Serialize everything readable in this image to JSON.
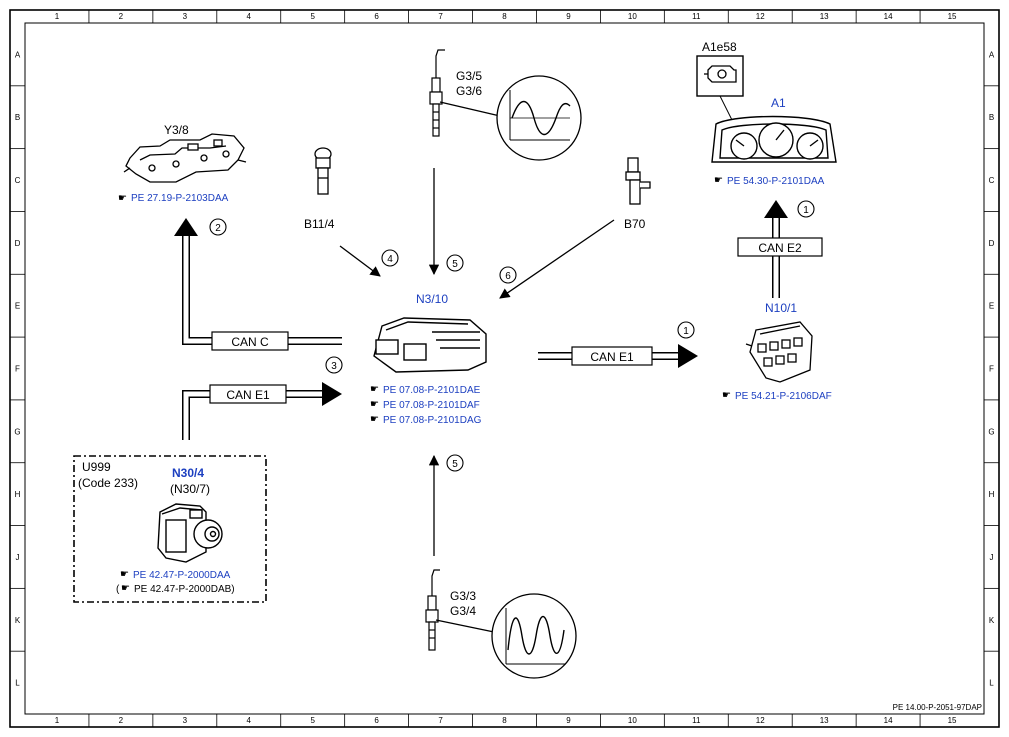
{
  "frame": {
    "columns": [
      "1",
      "2",
      "3",
      "4",
      "5",
      "6",
      "7",
      "8",
      "9",
      "10",
      "11",
      "12",
      "13",
      "14",
      "15"
    ],
    "rows": [
      "A",
      "B",
      "C",
      "D",
      "E",
      "F",
      "G",
      "H",
      "J",
      "K",
      "L"
    ],
    "footer_ref": "PE 14.00-P-2051-97DAP"
  },
  "components": {
    "y3_8": {
      "label": "Y3/8",
      "ref": "PE 27.19-P-2103DAA"
    },
    "b11_4": {
      "label": "B11/4"
    },
    "g3_5": {
      "label1": "G3/5",
      "label2": "G3/6"
    },
    "b70": {
      "label": "B70"
    },
    "a1e58": {
      "label": "A1e58"
    },
    "a1": {
      "label": "A1",
      "ref": "PE 54.30-P-2101DAA"
    },
    "n3_10": {
      "label": "N3/10",
      "refs": [
        "PE 07.08-P-2101DAE",
        "PE 07.08-P-2101DAF",
        "PE 07.08-P-2101DAG"
      ]
    },
    "n10_1": {
      "label": "N10/1",
      "ref": "PE 54.21-P-2106DAF"
    },
    "n30_4": {
      "group_label1": "U999",
      "group_label2": "(Code 233)",
      "label": "N30/4",
      "alt_label": "(N30/7)",
      "ref": "PE 42.47-P-2000DAA",
      "alt_ref_open": "(",
      "alt_ref": "PE 42.47-P-2000DAB)"
    },
    "g3_3": {
      "label1": "G3/3",
      "label2": "G3/4"
    }
  },
  "buses": {
    "can_c": "CAN C",
    "can_e1_left": "CAN E1",
    "can_e1_right": "CAN E1",
    "can_e2": "CAN E2"
  },
  "markers": {
    "m1a": "1",
    "m1b": "1",
    "m2": "2",
    "m3": "3",
    "m4": "4",
    "m5a": "5",
    "m5b": "5",
    "m6": "6"
  }
}
